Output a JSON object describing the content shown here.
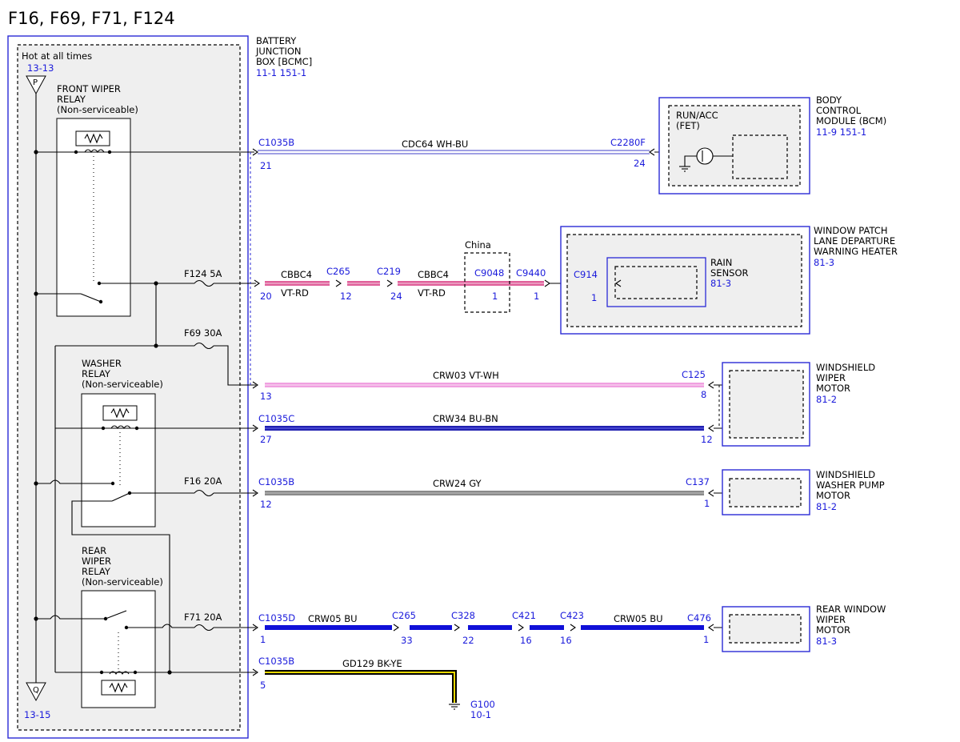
{
  "title": "F16, F69, F71, F124",
  "bjb": {
    "label": [
      "BATTERY",
      "JUNCTION",
      "BOX [BCMC]"
    ],
    "ref": "11-1   151-1",
    "hot": "Hot at all times",
    "p_ref": "13-13",
    "p_symbol": "P",
    "q_ref": "13-15",
    "q_symbol": "Q"
  },
  "relays": {
    "front": [
      "FRONT WIPER",
      "RELAY",
      "(Non-serviceable)"
    ],
    "washer": [
      "WASHER",
      "RELAY",
      "(Non-serviceable)"
    ],
    "rear": [
      "REAR",
      "WIPER",
      "RELAY",
      "(Non-serviceable)"
    ]
  },
  "fuses": {
    "f124": "F124  5A",
    "f69": "F69    30A",
    "f16": "F16    20A",
    "f71": "F71    20A"
  },
  "bcm": {
    "label": [
      "BODY",
      "CONTROL",
      "MODULE (BCM)"
    ],
    "ref": "11-9    151-1",
    "inner": [
      "RUN/ACC",
      "(FET)"
    ],
    "conn_left": "C1035B",
    "pin_left": "21",
    "circuit": "CDC64    WH-BU",
    "conn_right": "C2280F",
    "pin_right": "24",
    "wire_color": "#4040c8"
  },
  "rain": {
    "module": [
      "WINDOW PATCH",
      "LANE DEPARTURE",
      "WARNING HEATER"
    ],
    "module_ref": "81-3",
    "sensor": [
      "RAIN",
      "SENSOR"
    ],
    "sensor_ref": "81-3",
    "pin_start": "20",
    "circuit_a": "CBBC4",
    "color_a": "VT-RD",
    "c265": "C265",
    "c265_pin": "12",
    "c219": "C219",
    "c219_pin": "24",
    "circuit_b": "CBBC4",
    "color_b": "VT-RD",
    "china": "China",
    "c9048": "C9048",
    "c9048_pin": "1",
    "c9440": "C9440",
    "c9440_pin": "1",
    "c914": "C914",
    "c914_pin": "1",
    "wire_color": "#e0609a"
  },
  "wiper": {
    "label": [
      "WINDSHIELD",
      "WIPER",
      "MOTOR"
    ],
    "ref": "81-2",
    "pin_start": "13",
    "circuit": "CRW03    VT-WH",
    "conn": "C125",
    "pin_end": "8",
    "wire_color": "#f0a0e0",
    "conn2": "C1035C",
    "pin2_start": "27",
    "circuit2": "CRW34    BU-BN",
    "pin2_end": "12",
    "wire2_color": "#2020b0"
  },
  "washer_pump": {
    "label": [
      "WINDSHIELD",
      "WASHER PUMP",
      "MOTOR"
    ],
    "ref": "81-2",
    "conn_left": "C1035B",
    "pin_start": "12",
    "circuit": "CRW24    GY",
    "conn": "C137",
    "pin_end": "1",
    "wire_color": "#8a8a8a"
  },
  "rear_motor": {
    "label": [
      "REAR WINDOW",
      "WIPER",
      "MOTOR"
    ],
    "ref": "81-3",
    "conn_left": "C1035D",
    "pin_start": "1",
    "circuit_a": "CRW05    BU",
    "c265": "C265",
    "c265_pin": "33",
    "c328": "C328",
    "c328_pin": "22",
    "c421": "C421",
    "c421_pin": "16",
    "c423": "C423",
    "c423_pin": "16",
    "circuit_b": "CRW05    BU",
    "c476": "C476",
    "c476_pin": "1",
    "wire_color": "#1010d8"
  },
  "ground": {
    "conn": "C1035B",
    "pin": "5",
    "circuit": "GD129    BK-YE",
    "g": "G100",
    "g_ref": "10-1",
    "wire_color": "#e8d800"
  }
}
